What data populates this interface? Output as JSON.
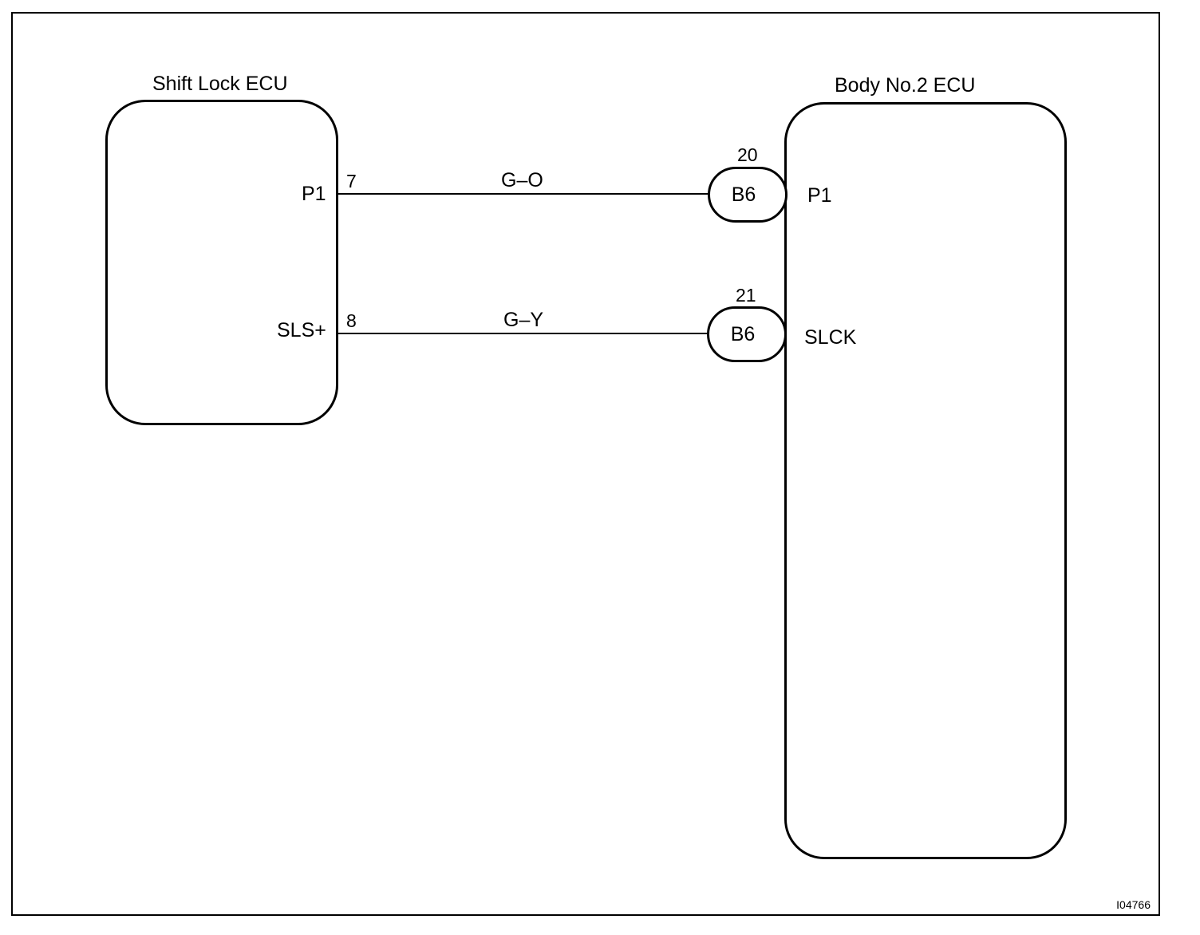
{
  "shift_lock_ecu": {
    "title": "Shift Lock ECU",
    "pins": [
      {
        "name": "P1",
        "number": "7"
      },
      {
        "name": "SLS+",
        "number": "8"
      }
    ]
  },
  "body_ecu": {
    "title": "Body No.2 ECU",
    "pins": [
      {
        "name": "P1",
        "connector": "B6",
        "number": "20"
      },
      {
        "name": "SLCK",
        "connector": "B6",
        "number": "21"
      }
    ]
  },
  "wires": [
    {
      "color_code": "G–O"
    },
    {
      "color_code": "G–Y"
    }
  ],
  "figure_id": "I04766"
}
